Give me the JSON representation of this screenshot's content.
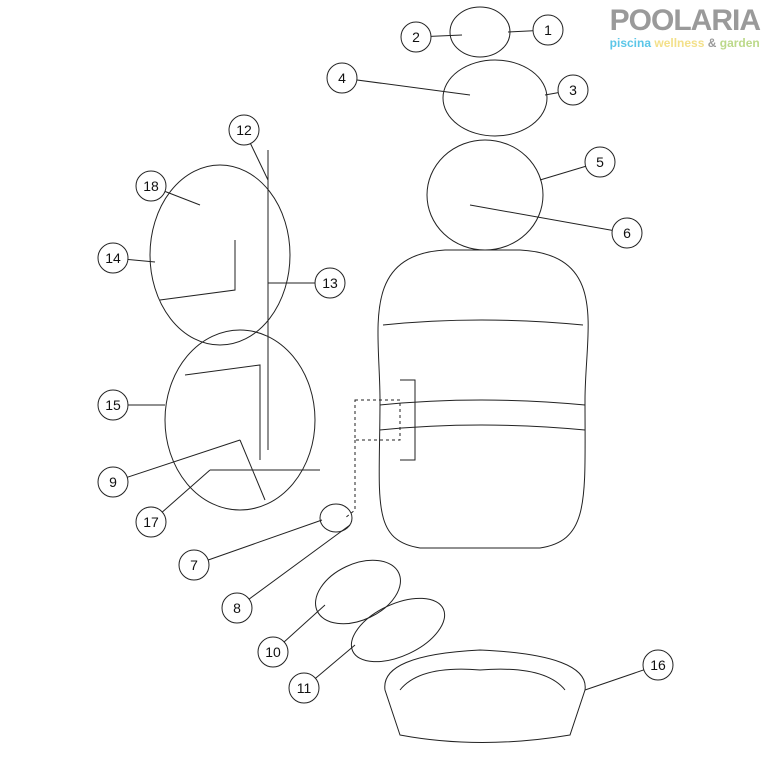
{
  "logo": {
    "brand": "POOLARIA",
    "tagline_1": "piscina",
    "tagline_2": "wellness",
    "tagline_3": "&",
    "tagline_4": "garden"
  },
  "callouts": [
    "1",
    "2",
    "3",
    "4",
    "5",
    "6",
    "12",
    "18",
    "14",
    "13",
    "15",
    "9",
    "17",
    "7",
    "8",
    "10",
    "11",
    "16"
  ]
}
